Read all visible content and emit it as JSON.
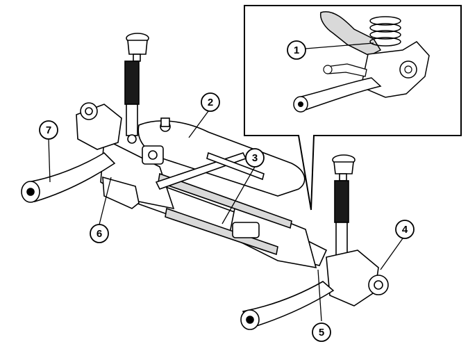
{
  "diagram": {
    "callouts": [
      {
        "id": "callout-1",
        "label": "1"
      },
      {
        "id": "callout-2",
        "label": "2"
      },
      {
        "id": "callout-3",
        "label": "3"
      },
      {
        "id": "callout-4",
        "label": "4"
      },
      {
        "id": "callout-5",
        "label": "5"
      },
      {
        "id": "callout-6",
        "label": "6"
      },
      {
        "id": "callout-7",
        "label": "7"
      }
    ],
    "colors": {
      "line": "#000000",
      "fill": "#ffffff",
      "shade": "#d9d9d9"
    }
  }
}
